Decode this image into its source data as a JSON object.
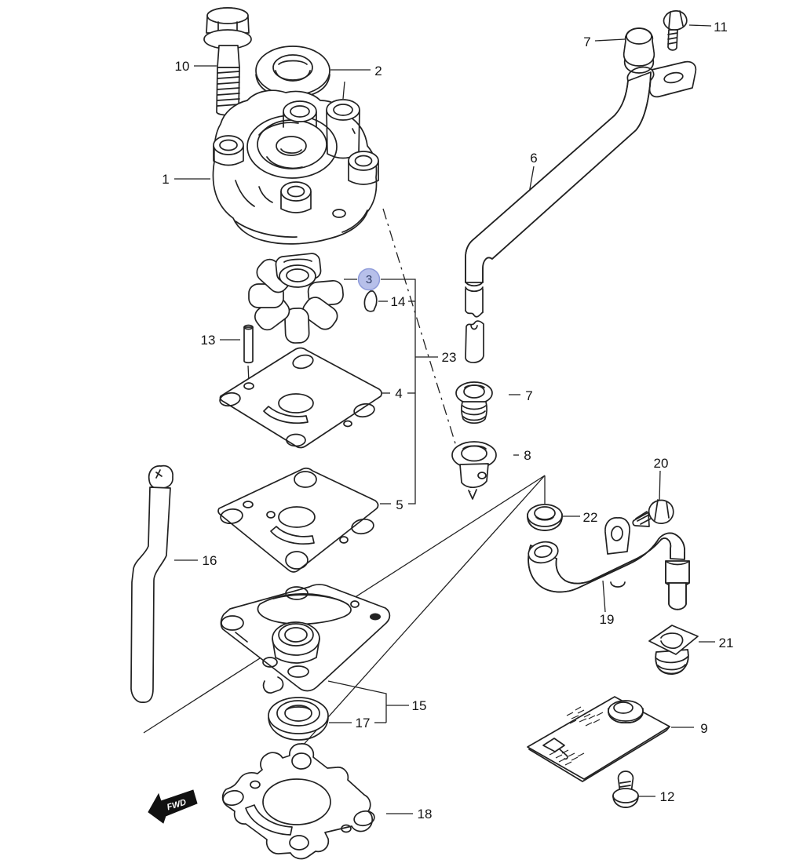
{
  "diagram": {
    "kind": "exploded-parts-diagram",
    "background": "#ffffff",
    "line_color": "#222222",
    "label_color": "#141414",
    "highlight": {
      "part": "3",
      "fill": "#b7c0ea",
      "stroke": "#8f9cda",
      "text_color": "#2e3c64"
    },
    "fwd_marker": {
      "label": "FWD"
    },
    "parts": [
      {
        "label": "1"
      },
      {
        "label": "2"
      },
      {
        "label": "3",
        "highlighted": true
      },
      {
        "label": "4"
      },
      {
        "label": "5"
      },
      {
        "label": "6"
      },
      {
        "label": "7"
      },
      {
        "label": "7"
      },
      {
        "label": "8"
      },
      {
        "label": "9"
      },
      {
        "label": "10"
      },
      {
        "label": "11"
      },
      {
        "label": "12"
      },
      {
        "label": "13"
      },
      {
        "label": "14"
      },
      {
        "label": "15"
      },
      {
        "label": "16"
      },
      {
        "label": "17"
      },
      {
        "label": "18"
      },
      {
        "label": "19"
      },
      {
        "label": "20"
      },
      {
        "label": "21"
      },
      {
        "label": "22"
      },
      {
        "label": "23"
      }
    ]
  }
}
